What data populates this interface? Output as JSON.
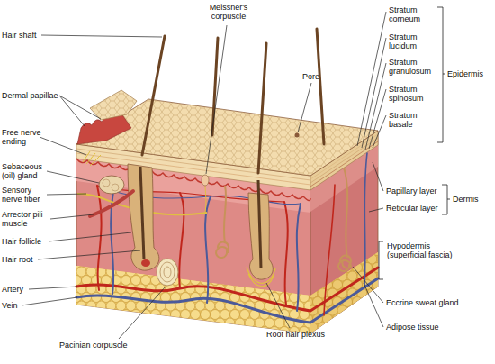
{
  "diagram": {
    "labels": [
      "Hair shaft",
      "Dermal papillae",
      "Free nerve ending",
      "Sebaceous (oil) gland",
      "Sensory nerve fiber",
      "Arrector pili muscle",
      "Hair follicle",
      "Hair root",
      "Artery",
      "Vein",
      "Meissner's corpuscle",
      "Pore",
      "Stratum corneum",
      "Stratum lucidum",
      "Stratum granulosum",
      "Stratum spinosum",
      "Stratum basale",
      "Epidermis",
      "Papillary layer",
      "Reticular layer",
      "Dermis",
      "Hypodermis (superficial fascia)",
      "Eccrine sweat gland",
      "Adipose tissue",
      "Pacinian corpuscle",
      "Root hair plexus"
    ]
  }
}
